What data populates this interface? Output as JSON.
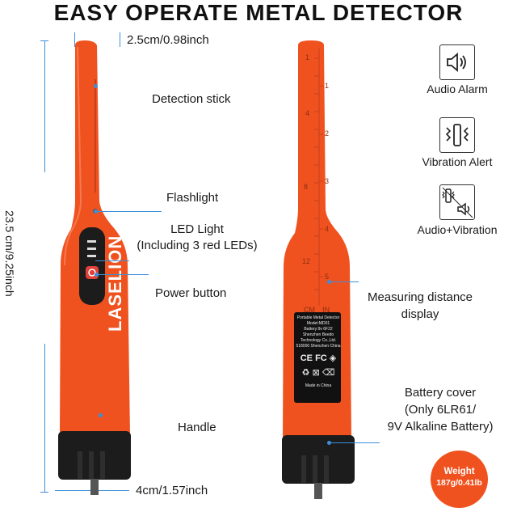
{
  "title": "EASY OPERATE METAL DETECTOR",
  "dimensions": {
    "tip_width": "2.5cm/0.98inch",
    "length": "23.5 cm/9.25inch",
    "base_width": "4cm/1.57inch"
  },
  "left_device": {
    "brand": "LASELION",
    "callouts": {
      "detection_stick": "Detection stick",
      "flashlight": "Flashlight",
      "led_line1": "LED Light",
      "led_line2": "(Including 3 red LEDs)",
      "power_button": "Power button",
      "handle": "Handle"
    }
  },
  "right_device": {
    "ruler_cm": [
      "1",
      "4",
      "8",
      "12"
    ],
    "ruler_in": [
      "1",
      "2",
      "3",
      "4",
      "5"
    ],
    "ruler_unit_cm": "CM",
    "ruler_unit_in": "IN",
    "label_plate": {
      "line1": "Portable Metal Detector",
      "line2": "Model:MD01",
      "line3": "Battery:9v 6F22",
      "line4": "Shenzhen Beedo",
      "line5": "Technology Co.,Ltd.",
      "line6": "518000 Shenzhen China",
      "made_in": "Made in China"
    },
    "callouts": {
      "measure_line1": "Measuring distance",
      "measure_line2": "display",
      "battery_line1": "Battery cover",
      "battery_line2": "(Only 6LR61/",
      "battery_line3": "9V Alkaline Battery)"
    }
  },
  "modes": [
    {
      "label": "Audio Alarm",
      "icon": "speaker-icon"
    },
    {
      "label": "Vibration Alert",
      "icon": "vibration-icon"
    },
    {
      "label": "Audio+Vibration",
      "icon": "audio-vibration-icon"
    }
  ],
  "weight_badge": {
    "line1": "Weight",
    "line2": "187g/0.41lb"
  },
  "colors": {
    "body_orange": "#f0521f",
    "leader_blue": "#3d8fd9",
    "cap_black": "#1c1c1c"
  }
}
